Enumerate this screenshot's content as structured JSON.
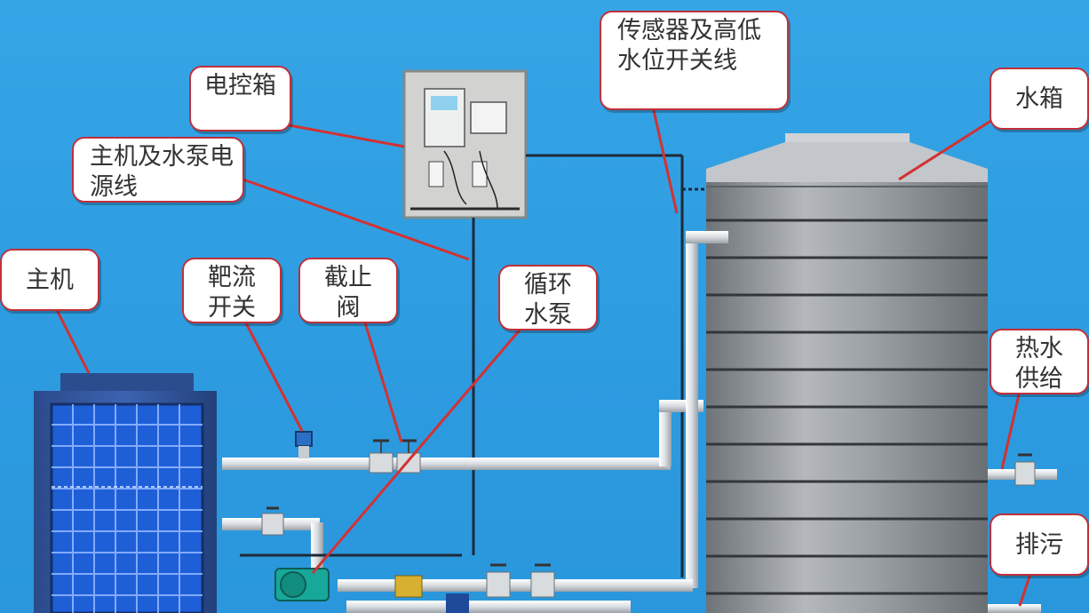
{
  "labels": {
    "electric_box": "电控箱",
    "power_line": "主机及水泵电源线",
    "host": "主机",
    "flow_switch": "靶流开关",
    "stop_valve": "截止阀",
    "circulation_pump": "循环水泵",
    "sensor_line": "传感器及高低水位开关线",
    "water_tank": "水箱",
    "hot_water_supply": "热水供给",
    "drain": "排污"
  },
  "colors": {
    "background": "#2e9fe0",
    "callout_border": "#c0303a",
    "leader_line": "#d23232",
    "pipe": "#e8ecef",
    "tank": "#8d9297"
  }
}
